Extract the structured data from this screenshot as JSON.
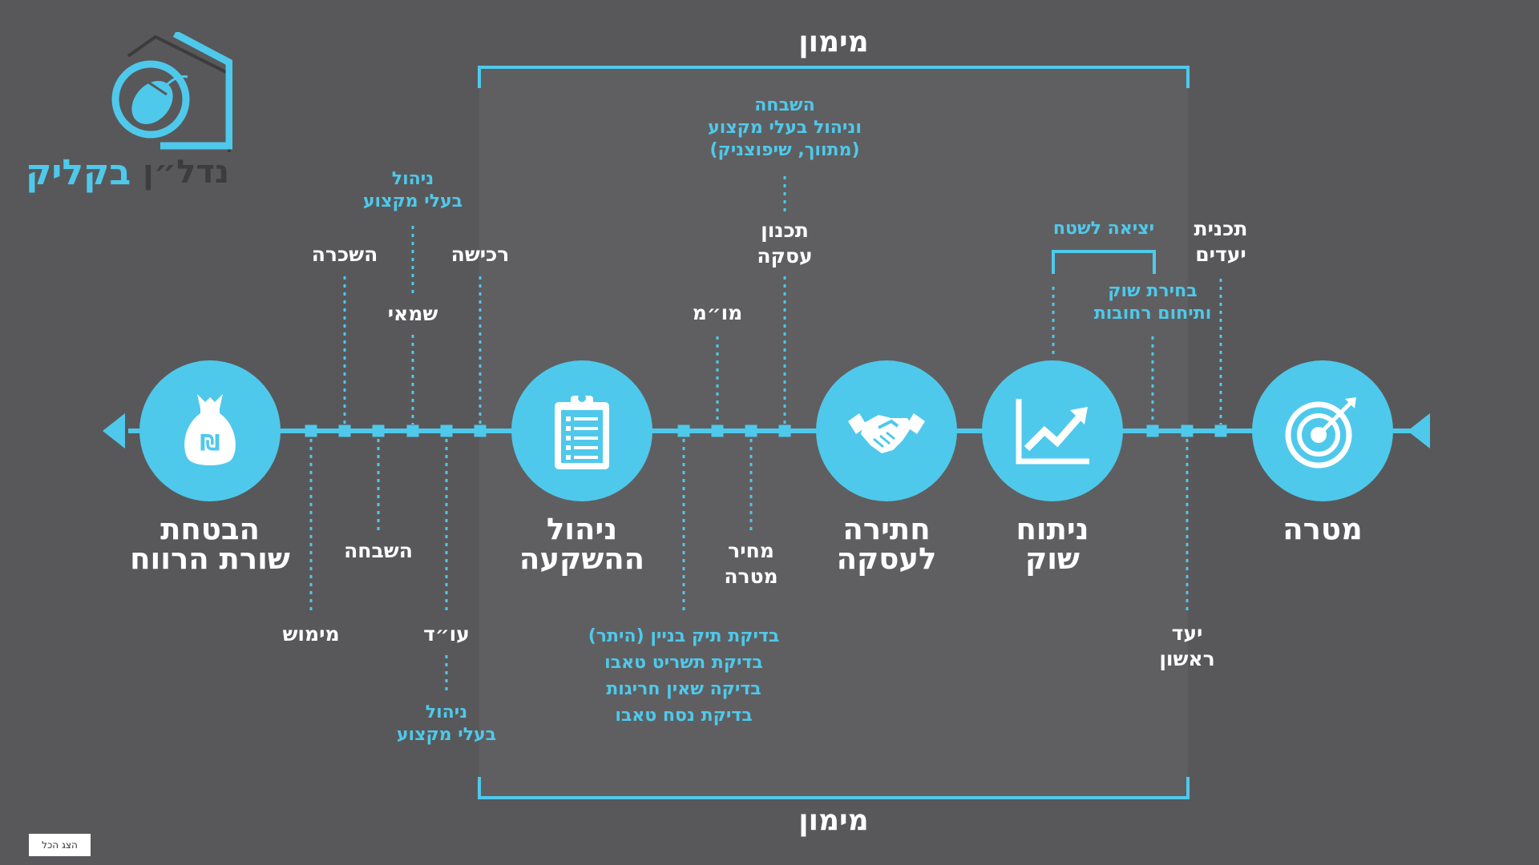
{
  "brand": {
    "main": "בקליק",
    "sub": "נדל״ן"
  },
  "funding": {
    "top": "מימון",
    "bottom": "מימון"
  },
  "stages": [
    {
      "title": "מטרה",
      "icon": "target-icon"
    },
    {
      "title": "ניתוח\nשוק",
      "icon": "chart-up-icon"
    },
    {
      "title": "חתירה\nלעסקה",
      "icon": "handshake-icon"
    },
    {
      "title": "ניהול\nההשקעה",
      "icon": "clipboard-icon"
    },
    {
      "title": "הבטחת\nשורת הרווח",
      "icon": "money-bag-icon"
    }
  ],
  "labels": {
    "target_plan": "תכנית\nיעדים",
    "first_goal": "יעד\nראשון",
    "field_trip": "יציאה לשטח",
    "market_zoning": "בחירת שוק\nותיחום רחובות",
    "improvement_pro": "השבחה\nוניהול בעלי מקצוע\n(מתווך, שיפוצניק)",
    "deal_planning": "תכנון\nעסקה",
    "negotiation": "מו״מ",
    "target_price": "מחיר\nמטרה",
    "checklist": "בדיקת תיק בניין (היתר)\nבדיקת תשריט טאבו\nבדיקה שאין חריגות\nבדיקת נסח טאבו",
    "purchase": "רכישה",
    "appraiser": "שמאי",
    "appraiser_pro": "ניהול\nבעלי מקצוע",
    "rental": "השכרה",
    "lawyer": "עו״ד",
    "lawyer_pro": "ניהול\nבעלי מקצוע",
    "improvement": "השבחה",
    "realization": "מימוש"
  },
  "ui": {
    "show_all": "הצג הכל"
  },
  "colors": {
    "accent": "#4ec9eb",
    "background": "#58585a"
  }
}
